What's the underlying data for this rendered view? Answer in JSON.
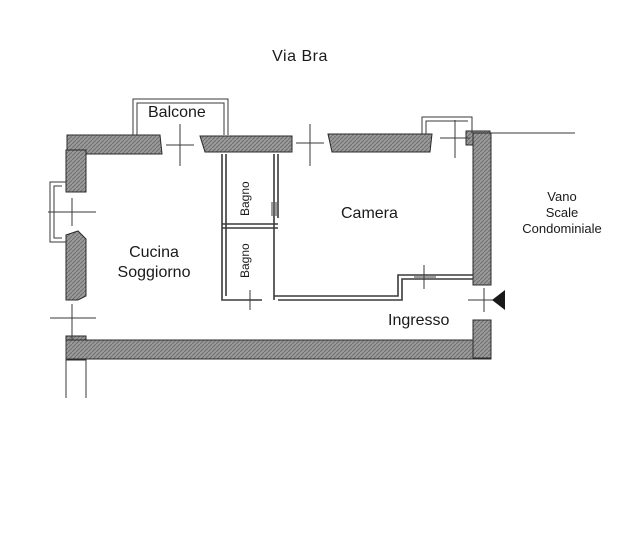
{
  "plan": {
    "street_label": "Via Bra",
    "rooms": {
      "balcony": "Balcone",
      "bathroom_1": "Bagno",
      "bathroom_2": "Bagno",
      "bedroom": "Camera",
      "kitchen_line1": "Cucina",
      "kitchen_line2": "Soggiorno",
      "entrance": "Ingresso"
    },
    "stairwell": {
      "line1": "Vano",
      "line2": "Scale",
      "line3": "Condominiale"
    }
  },
  "colors": {
    "wall_fill": "#8a8a8a",
    "wall_outline": "#2a2a2a",
    "line": "#3a3a3a",
    "background": "#ffffff"
  }
}
